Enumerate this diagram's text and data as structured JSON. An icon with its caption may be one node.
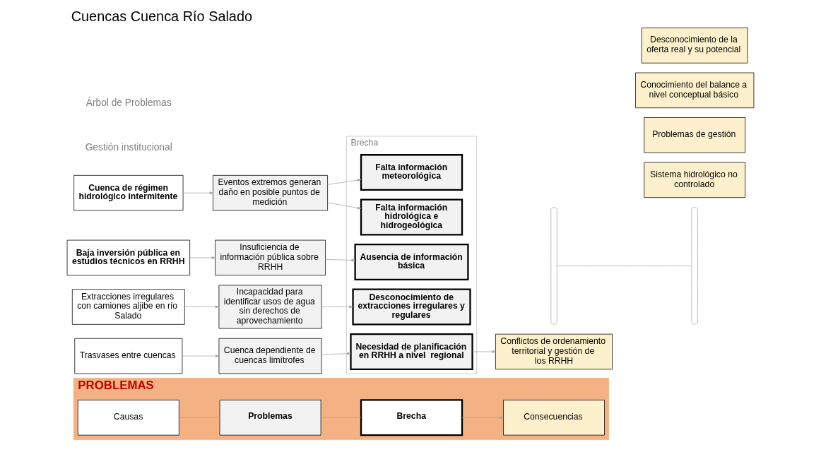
{
  "diagram": {
    "title": "Cuencas Cuenca Río Salado",
    "nodes": [
      {
        "text": [
          "PROBLEMAS"
        ]
      },
      {
        "text": [
          "Causas"
        ],
        "in": 0
      },
      {
        "text": [
          "Problemas"
        ],
        "in": 0
      },
      {
        "text": [
          "Brecha"
        ],
        "in": 0
      },
      {
        "text": [
          "Consecuencias"
        ],
        "in": 0
      },
      {
        "text": [
          "Cuenca de régimen hidrológico intermitente"
        ]
      },
      {
        "text": [
          "Eventos extremos generan daño en posible puntos de medición"
        ]
      },
      {
        "text": [
          "Baja inversión pública en estudios técnicos en RRHH"
        ]
      },
      {
        "text": [
          "Insuficiencia de información pública sobre RRHH"
        ]
      },
      {
        "text": [
          "Extracciones irregulares con camiones aljibe en río Salado"
        ]
      },
      {
        "text": [
          "Incapacidad para identificar usos de agua sin derechos de aprovechamiento"
        ]
      },
      {
        "text": [
          "Trasvases entre cuencas"
        ]
      },
      {
        "text": [
          "Cuenca dependiente de cuencas limítrofes"
        ]
      },
      {
        "text": [
          "Brecha"
        ]
      },
      {
        "text": [
          "Falta información meteorológica"
        ],
        "in": 13
      },
      {
        "text": [
          "Falta información hidrológica e hidrogeológica"
        ],
        "in": 13
      },
      {
        "text": [
          "Ausencia de información básica"
        ],
        "in": 13
      },
      {
        "text": [
          "Desconocimiento de extracciones irregulares y regulares"
        ],
        "in": 13
      },
      {
        "text": [
          "Necesidad de planificación en RRHH a nivel  regional"
        ],
        "in": 13
      },
      {
        "text": [],
        "shape": "bracket"
      },
      {
        "text": [],
        "shape": "bracket"
      },
      {
        "text": [
          "Sistema hidrológico no controlado"
        ]
      },
      {
        "text": [
          "Problemas de gestión"
        ]
      },
      {
        "text": [
          "Conocimiento del balance a nivel conceptual básico"
        ]
      },
      {
        "text": [
          "Desconocimiento de la oferta real y su potencial"
        ]
      },
      {
        "text": [
          "Conflictos de ordenamiento territorial y gestión de los RRHH"
        ]
      }
    ],
    "edges": [
      {
        "from": 1,
        "to": 2,
        "arrow": "none"
      },
      {
        "from": 2,
        "to": 3,
        "arrow": "none"
      },
      {
        "from": 3,
        "to": 4,
        "arrow": "to"
      },
      {
        "from": 5,
        "to": 6,
        "arrow": "to"
      },
      {
        "from": 6,
        "to": 14,
        "arrow": "to"
      },
      {
        "from": 6,
        "to": 15,
        "arrow": "to"
      },
      {
        "from": 7,
        "to": 8,
        "arrow": "to"
      },
      {
        "from": 8,
        "to": 16,
        "arrow": "to"
      },
      {
        "from": 9,
        "to": 10,
        "arrow": "to"
      },
      {
        "from": 10,
        "to": 17,
        "arrow": "to"
      },
      {
        "from": 11,
        "to": 12,
        "arrow": "to"
      },
      {
        "from": 12,
        "to": 18,
        "arrow": "to"
      },
      {
        "from": 18,
        "to": 25,
        "arrow": "to"
      },
      {
        "from": 19,
        "to": 20,
        "arrow": "none"
      }
    ],
    "labels": [
      "Gestión institucional",
      "Árbol de Problemas"
    ]
  }
}
